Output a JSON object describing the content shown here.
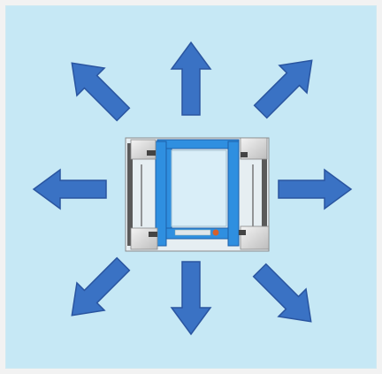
{
  "figure": {
    "subject": "omnidirectional-platform",
    "arrow_color": "#3a72c4",
    "arrow_stroke": "#2a55a0",
    "frame_color": "#2f8fe0",
    "background_color": "#c6e8f5",
    "directions": [
      "up",
      "up-right",
      "right",
      "down-right",
      "down",
      "down-left",
      "left",
      "up-left"
    ]
  }
}
